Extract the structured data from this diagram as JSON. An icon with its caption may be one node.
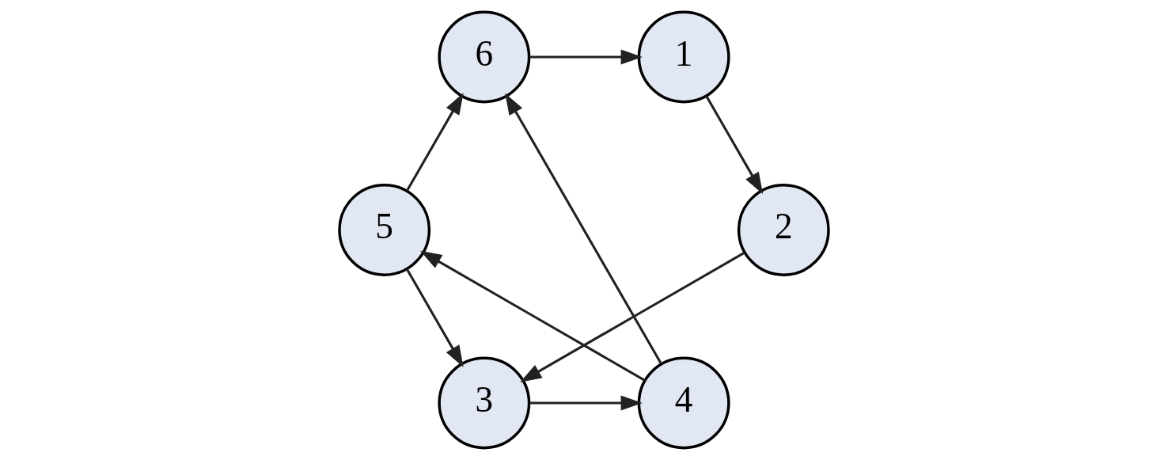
{
  "diagram": {
    "nodes": [
      {
        "text": [
          "1"
        ]
      },
      {
        "text": [
          "2"
        ]
      },
      {
        "text": [
          "3"
        ]
      },
      {
        "text": [
          "4"
        ]
      },
      {
        "text": [
          "5"
        ]
      },
      {
        "text": [
          "6"
        ]
      }
    ],
    "edges": [
      {
        "from": 5,
        "to": 0,
        "arrow": "to"
      },
      {
        "from": 0,
        "to": 1,
        "arrow": "to"
      },
      {
        "from": 1,
        "to": 2,
        "arrow": "to"
      },
      {
        "from": 2,
        "to": 3,
        "arrow": "to"
      },
      {
        "from": 3,
        "to": 5,
        "arrow": "to"
      },
      {
        "from": 3,
        "to": 4,
        "arrow": "to"
      },
      {
        "from": 4,
        "to": 5,
        "arrow": "to"
      },
      {
        "from": 4,
        "to": 2,
        "arrow": "to"
      }
    ]
  }
}
